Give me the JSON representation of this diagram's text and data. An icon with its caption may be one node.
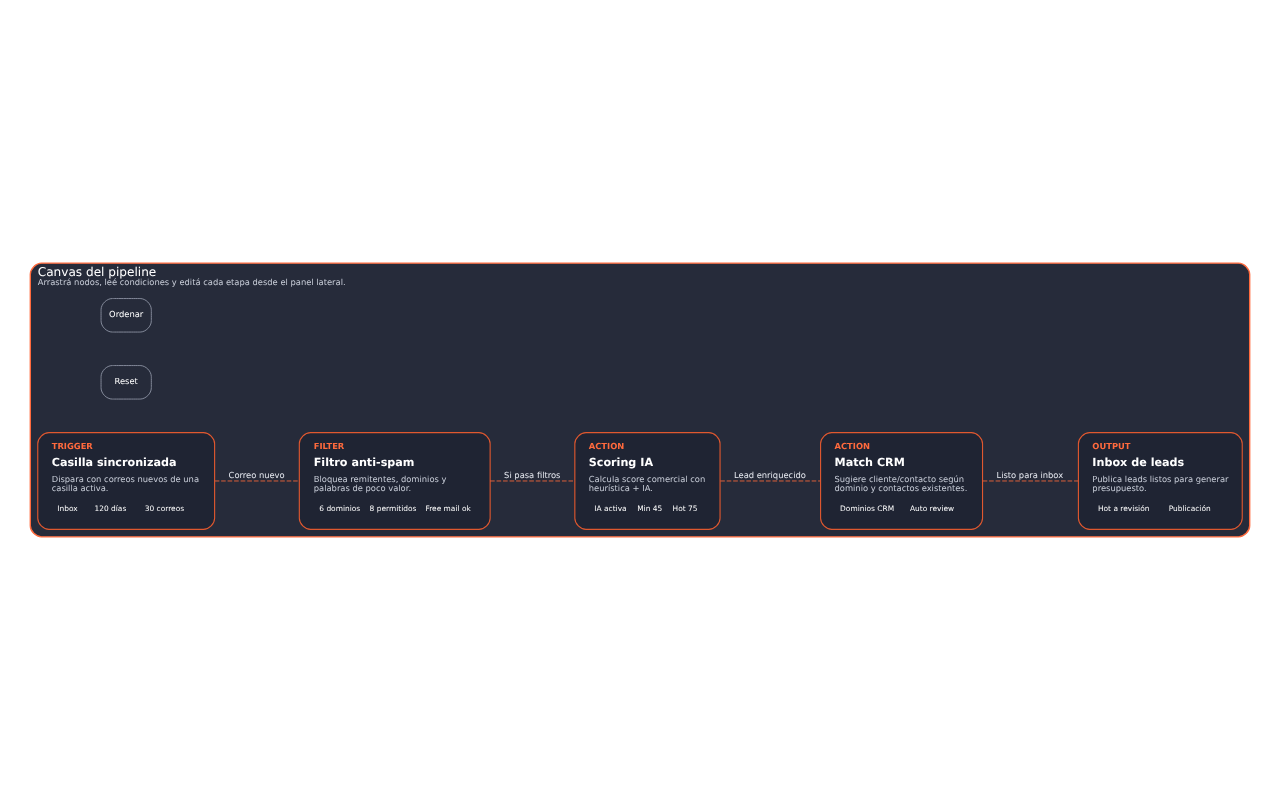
{
  "diagram": {
    "nodes": [
      {
        "text": [
          "Canvas del pipeline",
          "Arrastrá nodos, leé condiciones y editá cada etapa desde el panel lateral."
        ]
      },
      {
        "text": [
          "TRIGGER",
          "Casilla sincronizada",
          "Dispara con correos nuevos de una casilla activa.",
          "Inbox",
          "120 días",
          "30 correos"
        ],
        "in": 0
      },
      {
        "text": [
          "FILTER",
          "Filtro anti-spam",
          "Bloquea remitentes, dominios y palabras de poco valor.",
          "6 dominios",
          "8 permitidos",
          "Free mail ok"
        ],
        "in": 0
      },
      {
        "text": [
          "ACTION",
          "Scoring IA",
          "Calcula score comercial con heurística + IA.",
          "IA activa",
          "Min 45",
          "Hot 75"
        ],
        "in": 0
      },
      {
        "text": [
          "ACTION",
          "Match CRM",
          "Sugiere cliente/contacto según dominio y contactos existentes.",
          "Dominios CRM",
          "Auto review"
        ],
        "in": 0
      },
      {
        "text": [
          "OUTPUT",
          "Inbox de leads",
          "Publica leads listos para generar presupuesto.",
          "Hot a revisión",
          "Publicación"
        ],
        "in": 0
      }
    ],
    "edges": [
      {
        "from": 1,
        "to": 2,
        "label": "Correo nuevo",
        "arrow": "none",
        "style": "dashed"
      },
      {
        "from": 2,
        "to": 3,
        "label": "Si pasa filtros",
        "arrow": "none",
        "style": "dashed"
      },
      {
        "from": 3,
        "to": 4,
        "label": "Lead enriquecido",
        "arrow": "none",
        "style": "dashed"
      },
      {
        "from": 4,
        "to": 5,
        "label": "Listo para inbox",
        "arrow": "none",
        "style": "dashed"
      }
    ],
    "labels": [
      "Ordenar",
      "Reset"
    ]
  }
}
